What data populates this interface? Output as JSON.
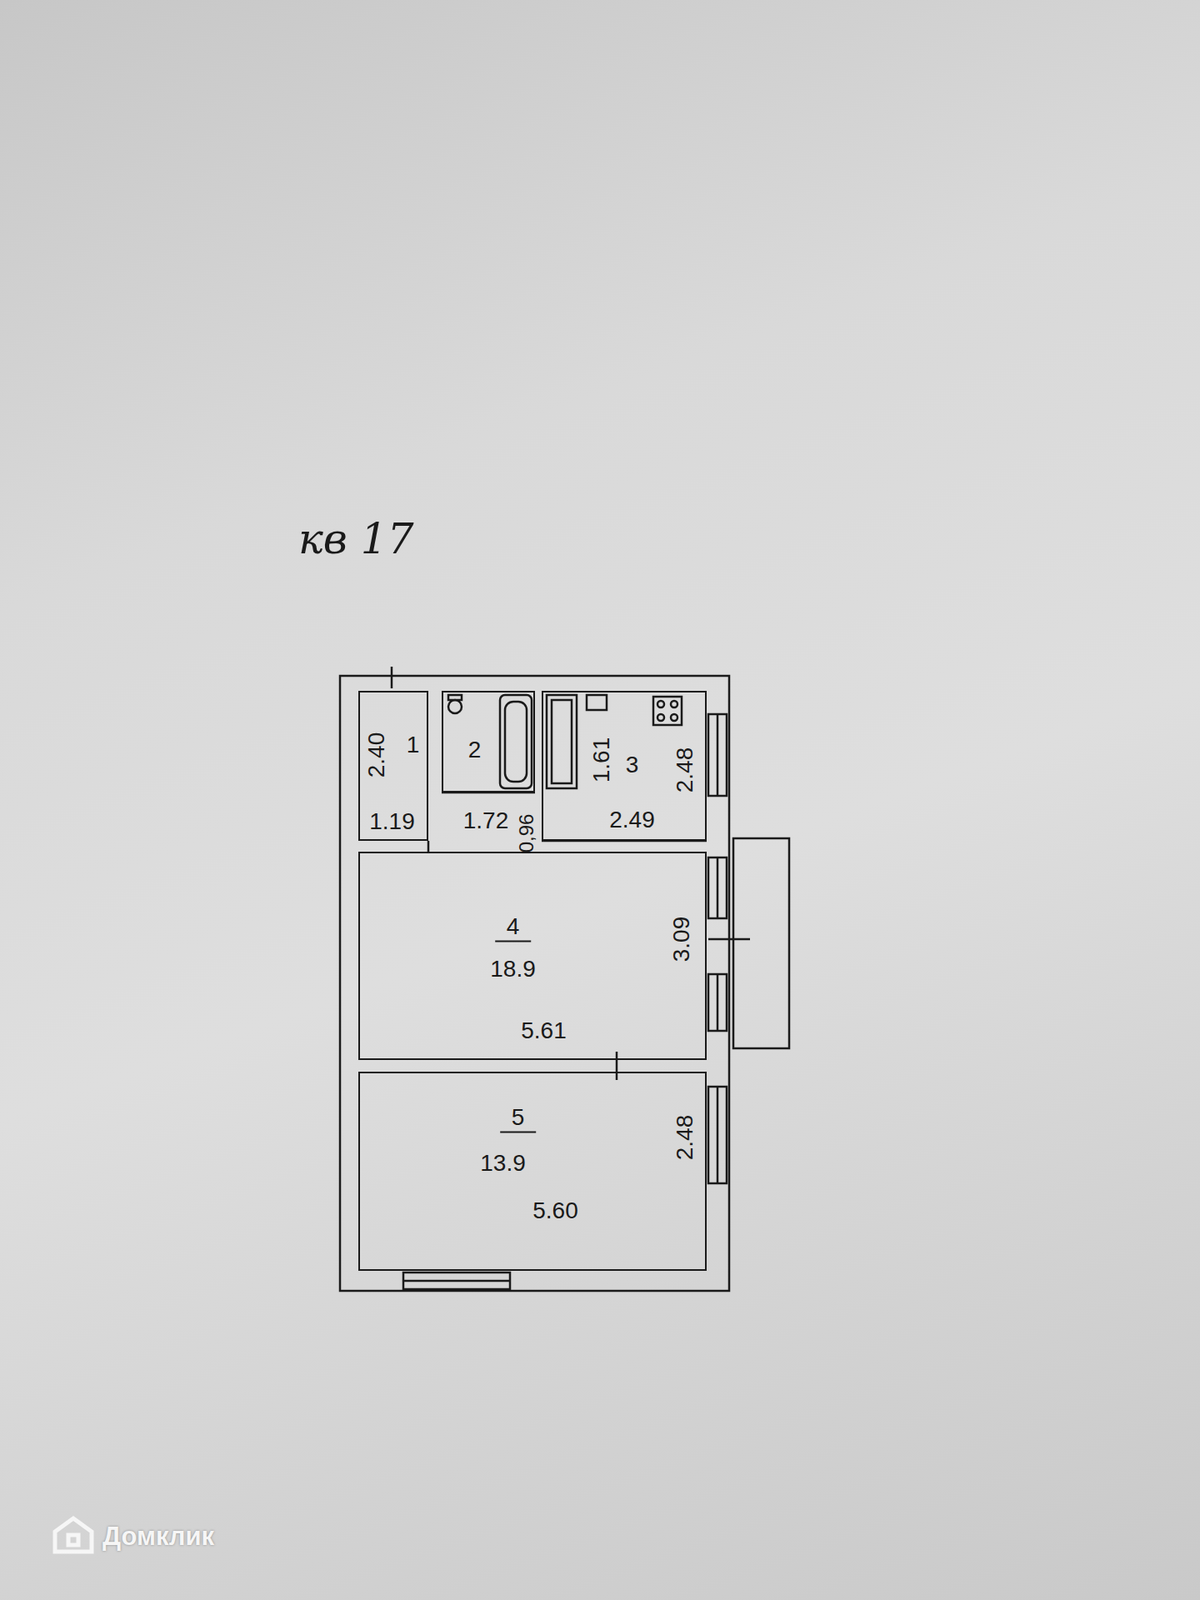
{
  "diagram": {
    "title": "кв 17",
    "nodes": [
      {
        "text": [
          "1",
          "2.40",
          "1.19"
        ]
      },
      {
        "text": [
          "2"
        ]
      },
      {
        "text": [
          "1.61",
          "3",
          "2.48",
          "2.49"
        ]
      },
      {
        "text": [
          "4",
          "18.9",
          "3.09",
          "5.61"
        ]
      },
      {
        "text": [
          "5",
          "13.9",
          "2.48",
          "5.60"
        ]
      }
    ],
    "labels": [
      "1.72",
      "0,96",
      "Домклик"
    ]
  }
}
